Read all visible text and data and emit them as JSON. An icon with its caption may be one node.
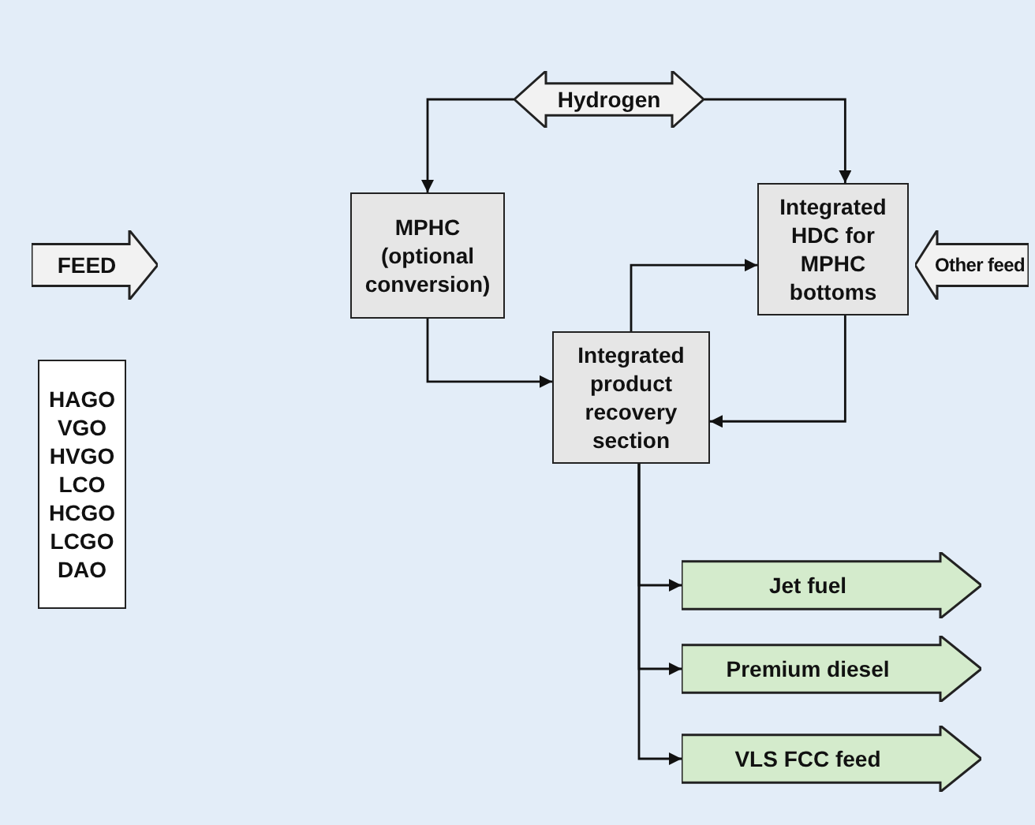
{
  "diagram": {
    "nodes": [
      {
        "text": [
          "Hydrogen"
        ]
      },
      {
        "text": [
          "FEED"
        ]
      },
      {
        "text": [
          "MPHC (optional conversion)"
        ]
      },
      {
        "text": [
          "Integrated HDC for MPHC bottoms"
        ]
      },
      {
        "text": [
          "Other feed"
        ]
      },
      {
        "text": [
          "Integrated product recovery section"
        ]
      },
      {
        "text": [
          "HAGO",
          "VGO",
          "HVGO",
          "LCO",
          "HCGO",
          "LCGO",
          "DAO"
        ]
      },
      {
        "text": [
          "Jet fuel"
        ]
      },
      {
        "text": [
          "Premium diesel"
        ]
      },
      {
        "text": [
          "VLS FCC feed"
        ]
      }
    ],
    "edges": [
      {
        "from": 0,
        "to": 2,
        "arrow": "to"
      },
      {
        "from": 0,
        "to": 3,
        "arrow": "to"
      },
      {
        "from": 2,
        "to": 5,
        "arrow": "to"
      },
      {
        "from": 5,
        "to": 3,
        "arrow": "to"
      },
      {
        "from": 3,
        "to": 5,
        "arrow": "to"
      },
      {
        "from": 5,
        "to": 7,
        "arrow": "to"
      },
      {
        "from": 5,
        "to": 8,
        "arrow": "to"
      },
      {
        "from": 5,
        "to": 9,
        "arrow": "to"
      }
    ]
  }
}
